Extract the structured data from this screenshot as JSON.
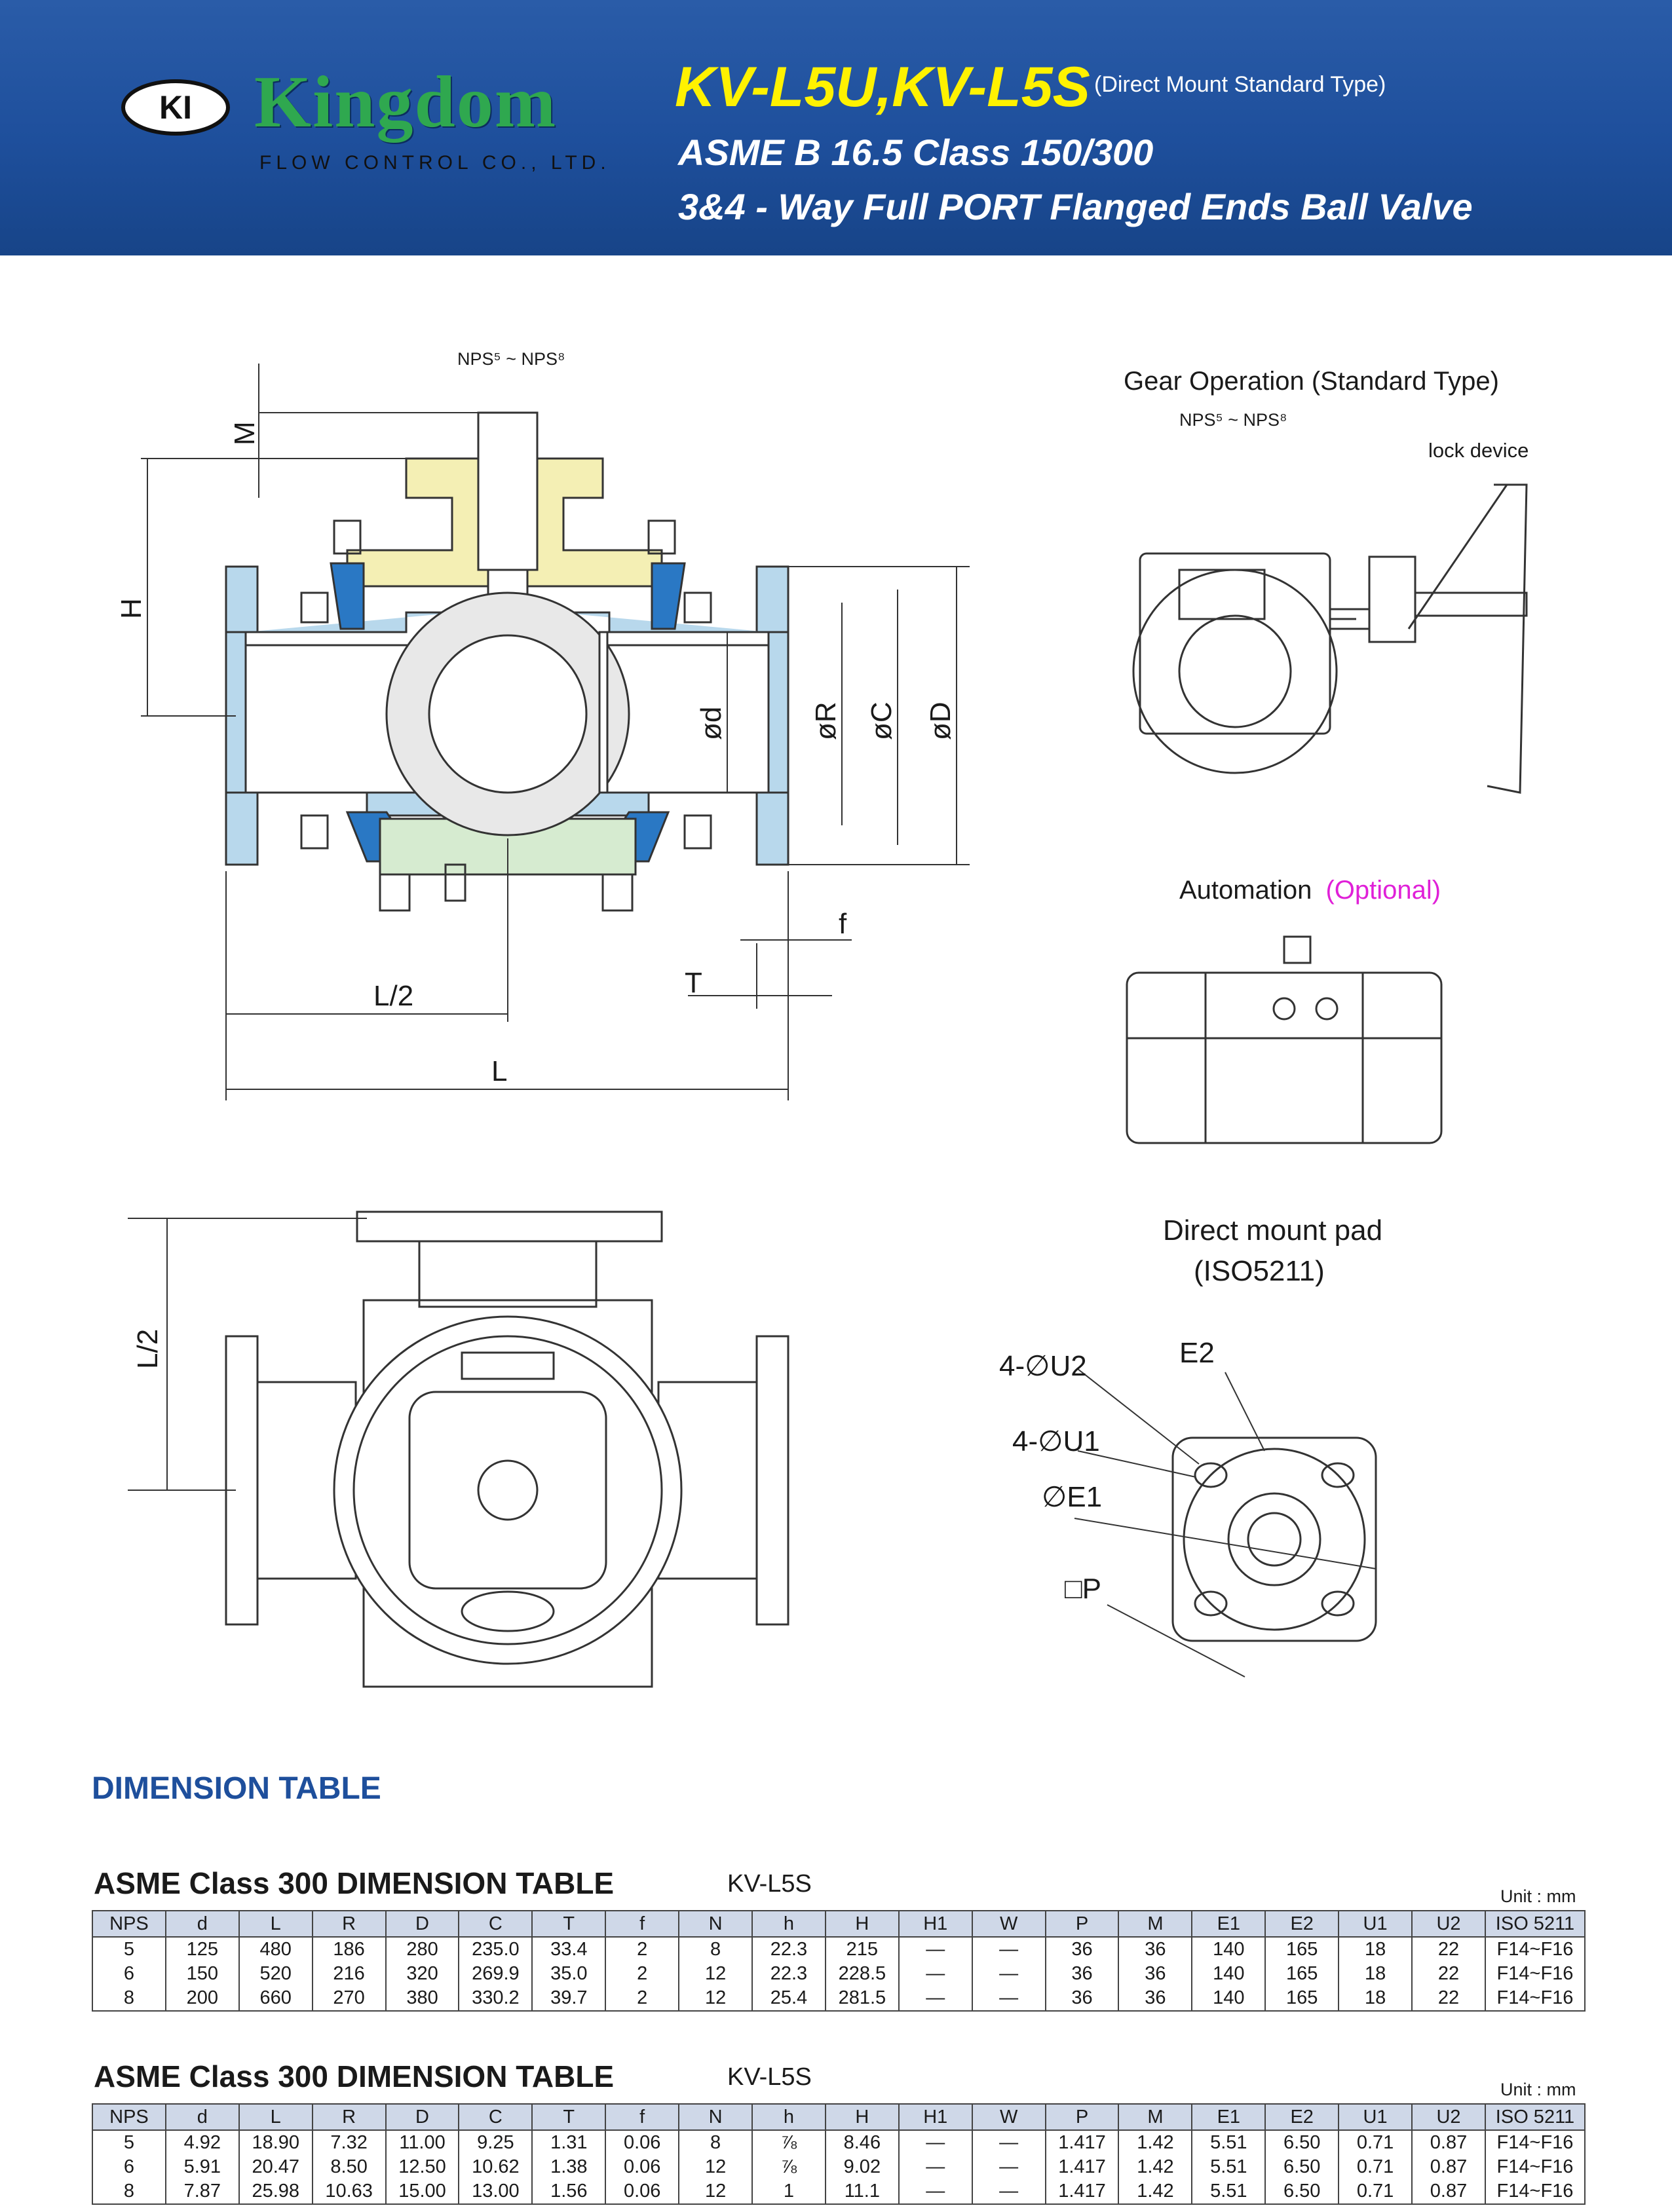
{
  "header": {
    "logo_letters": "KI",
    "brand_name": "Kingdom",
    "brand_subtitle": "FLOW CONTROL CO., LTD.",
    "model": "KV-L5U,KV-L5S",
    "model_note": "(Direct Mount Standard Type)",
    "standard": "ASME B 16.5 Class 150/300",
    "description": "3&4 - Way Full PORT Flanged Ends Ball Valve"
  },
  "drawing_labels": {
    "nps_range": "NPS⁵ ~ NPS⁸",
    "M": "M",
    "H": "H",
    "d": "ød",
    "R": "øR",
    "C": "øC",
    "D": "øD",
    "f": "f",
    "T": "T",
    "L_half": "L/2",
    "L": "L",
    "L_half_side": "L/2",
    "gear_title": "Gear Operation (Standard Type)",
    "gear_nps": "NPS⁵ ~ NPS⁸",
    "lock_device": "lock device",
    "automation": "Automation",
    "automation_optional": "(Optional)",
    "mount_pad_title": "Direct mount pad",
    "mount_pad_iso": "(ISO5211)",
    "U2": "4-∅U2",
    "E2": "E2",
    "U1": "4-∅U1",
    "E1": "∅E1",
    "P": "□P"
  },
  "colors": {
    "header_blue": "#1e4f9c",
    "model_yellow": "#fff200",
    "brand_green": "#2fa84f",
    "flange_blue": "#b8d8ec",
    "seat_blue": "#2a78c4",
    "bonnet_yellow": "#f4efb4",
    "bottom_green": "#d6ebd0",
    "optional_magenta": "#e020d8"
  },
  "section_title": "DIMENSION TABLE",
  "tables": [
    {
      "title": "ASME Class 300 DIMENSION TABLE",
      "model": "KV-L5S",
      "unit": "Unit : mm",
      "columns": [
        "NPS",
        "d",
        "L",
        "R",
        "D",
        "C",
        "T",
        "f",
        "N",
        "h",
        "H",
        "H1",
        "W",
        "P",
        "M",
        "E1",
        "E2",
        "U1",
        "U2",
        "ISO 5211"
      ],
      "rows": [
        [
          "5",
          "125",
          "480",
          "186",
          "280",
          "235.0",
          "33.4",
          "2",
          "8",
          "22.3",
          "215",
          "—",
          "—",
          "36",
          "36",
          "140",
          "165",
          "18",
          "22",
          "F14~F16"
        ],
        [
          "6",
          "150",
          "520",
          "216",
          "320",
          "269.9",
          "35.0",
          "2",
          "12",
          "22.3",
          "228.5",
          "—",
          "—",
          "36",
          "36",
          "140",
          "165",
          "18",
          "22",
          "F14~F16"
        ],
        [
          "8",
          "200",
          "660",
          "270",
          "380",
          "330.2",
          "39.7",
          "2",
          "12",
          "25.4",
          "281.5",
          "—",
          "—",
          "36",
          "36",
          "140",
          "165",
          "18",
          "22",
          "F14~F16"
        ]
      ]
    },
    {
      "title": "ASME Class 300 DIMENSION TABLE",
      "model": "KV-L5S",
      "unit": "Unit : mm",
      "columns": [
        "NPS",
        "d",
        "L",
        "R",
        "D",
        "C",
        "T",
        "f",
        "N",
        "h",
        "H",
        "H1",
        "W",
        "P",
        "M",
        "E1",
        "E2",
        "U1",
        "U2",
        "ISO 5211"
      ],
      "rows": [
        [
          "5",
          "4.92",
          "18.90",
          "7.32",
          "11.00",
          "9.25",
          "1.31",
          "0.06",
          "8",
          "⅞",
          "8.46",
          "—",
          "—",
          "1.417",
          "1.42",
          "5.51",
          "6.50",
          "0.71",
          "0.87",
          "F14~F16"
        ],
        [
          "6",
          "5.91",
          "20.47",
          "8.50",
          "12.50",
          "10.62",
          "1.38",
          "0.06",
          "12",
          "⅞",
          "9.02",
          "—",
          "—",
          "1.417",
          "1.42",
          "5.51",
          "6.50",
          "0.71",
          "0.87",
          "F14~F16"
        ],
        [
          "8",
          "7.87",
          "25.98",
          "10.63",
          "15.00",
          "13.00",
          "1.56",
          "0.06",
          "12",
          "1",
          "11.1",
          "—",
          "—",
          "1.417",
          "1.42",
          "5.51",
          "6.50",
          "0.71",
          "0.87",
          "F14~F16"
        ]
      ]
    }
  ]
}
